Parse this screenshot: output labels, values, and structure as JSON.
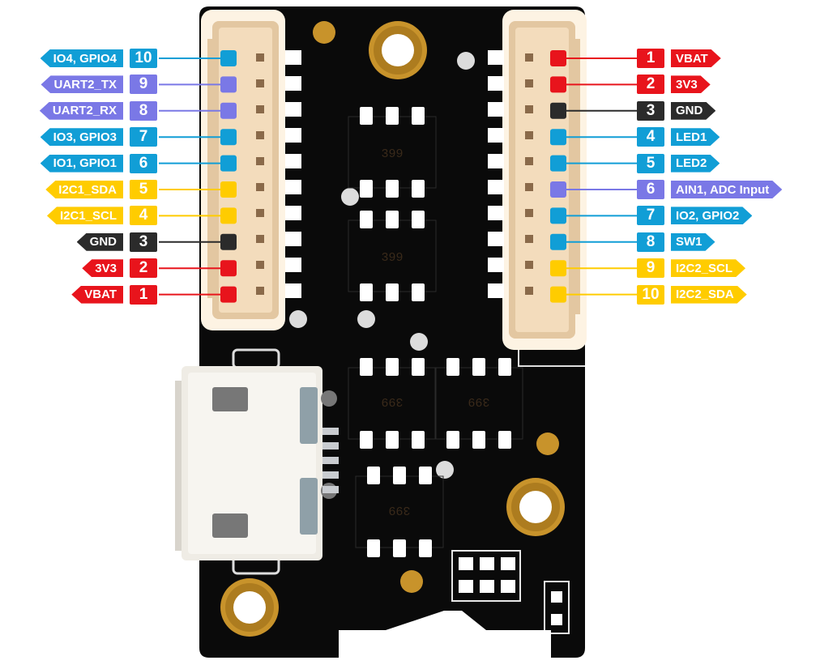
{
  "colors": {
    "red": "#e8141c",
    "black": "#2b2b2b",
    "yellow": "#ffcc00",
    "cyan": "#119ed6",
    "purple": "#7a78e6",
    "pcb": "#0a0a0a",
    "connector": "#fdf3e3",
    "gold": "#c8932b",
    "silk": "#e8e8e8"
  },
  "left_header": {
    "pins": [
      {
        "num": "10",
        "label": "IO4, GPIO4",
        "color": "cyan"
      },
      {
        "num": "9",
        "label": "UART2_TX",
        "color": "purple"
      },
      {
        "num": "8",
        "label": "UART2_RX",
        "color": "purple"
      },
      {
        "num": "7",
        "label": "IO3, GPIO3",
        "color": "cyan"
      },
      {
        "num": "6",
        "label": "IO1, GPIO1",
        "color": "cyan"
      },
      {
        "num": "5",
        "label": "I2C1_SDA",
        "color": "yellow"
      },
      {
        "num": "4",
        "label": "I2C1_SCL",
        "color": "yellow"
      },
      {
        "num": "3",
        "label": "GND",
        "color": "black"
      },
      {
        "num": "2",
        "label": "3V3",
        "color": "red"
      },
      {
        "num": "1",
        "label": "VBAT",
        "color": "red"
      }
    ]
  },
  "right_header": {
    "pins": [
      {
        "num": "1",
        "label": "VBAT",
        "color": "red"
      },
      {
        "num": "2",
        "label": "3V3",
        "color": "red"
      },
      {
        "num": "3",
        "label": "GND",
        "color": "black"
      },
      {
        "num": "4",
        "label": "LED1",
        "color": "cyan"
      },
      {
        "num": "5",
        "label": "LED2",
        "color": "cyan"
      },
      {
        "num": "6",
        "label": "AIN1, ADC Input",
        "color": "purple"
      },
      {
        "num": "7",
        "label": "IO2, GPIO2",
        "color": "cyan"
      },
      {
        "num": "8",
        "label": "SW1",
        "color": "cyan"
      },
      {
        "num": "9",
        "label": "I2C2_SCL",
        "color": "yellow"
      },
      {
        "num": "10",
        "label": "I2C2_SDA",
        "color": "yellow"
      }
    ]
  },
  "chips": [
    {
      "marking": "399",
      "orientation": "normal"
    },
    {
      "marking": "399",
      "orientation": "normal"
    },
    {
      "marking": "399",
      "orientation": "flipped"
    },
    {
      "marking": "399",
      "orientation": "flipped"
    },
    {
      "marking": "399",
      "orientation": "flipped"
    }
  ],
  "connector": {
    "type": "micro-usb"
  }
}
